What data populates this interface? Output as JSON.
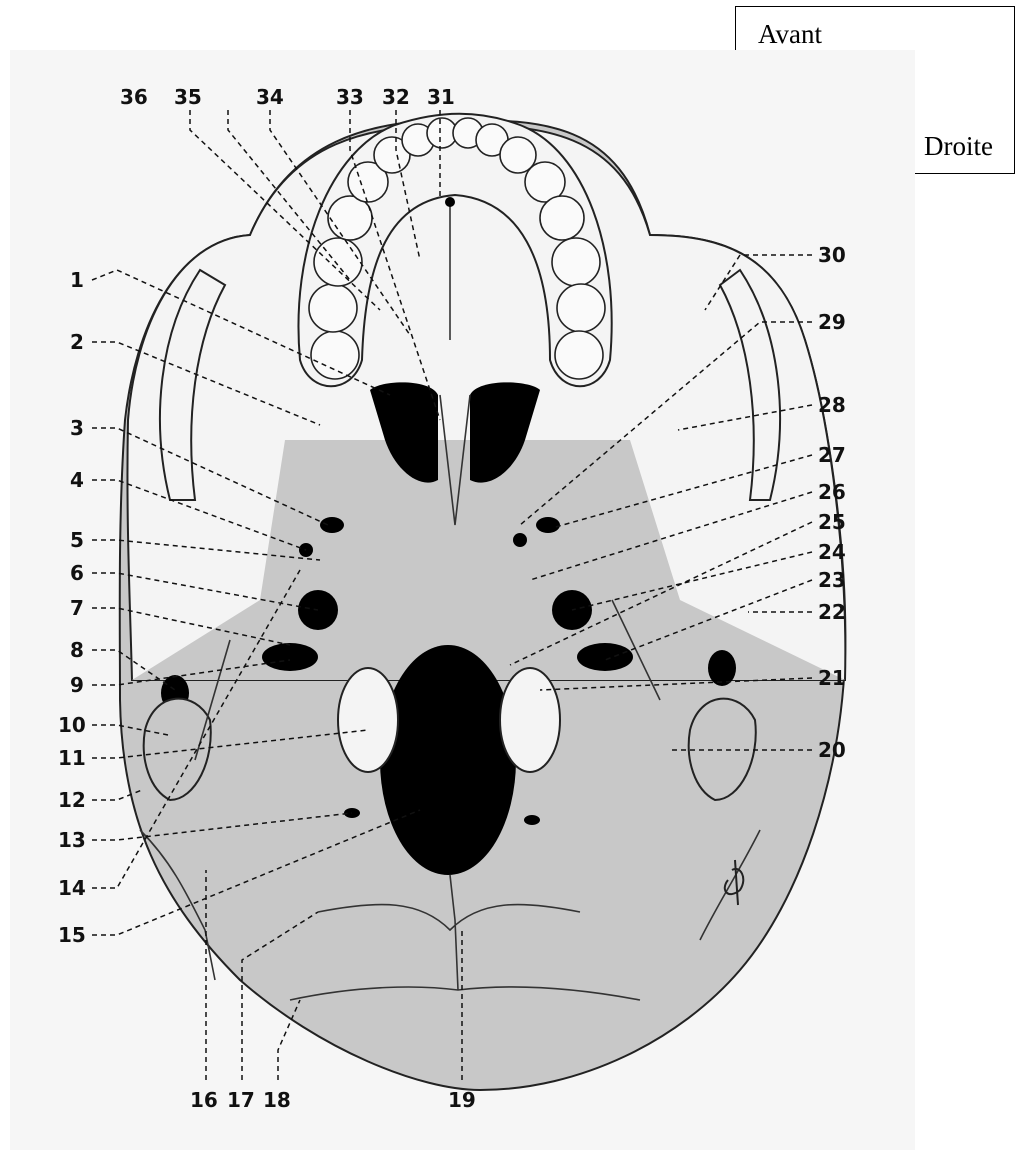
{
  "orientation": {
    "front_label": "Avant",
    "right_label": "Droite"
  },
  "labels": {
    "l1": "1",
    "l2": "2",
    "l3": "3",
    "l4": "4",
    "l5": "5",
    "l6": "6",
    "l7": "7",
    "l8": "8",
    "l9": "9",
    "l10": "10",
    "l11": "11",
    "l12": "12",
    "l13": "13",
    "l14": "14",
    "l15": "15",
    "l16": "16",
    "l17": "17",
    "l18": "18",
    "l19": "19",
    "l20": "20",
    "l21": "21",
    "l22": "22",
    "l23": "23",
    "l24": "24",
    "l25": "25",
    "l26": "26",
    "l27": "27",
    "l28": "28",
    "l29": "29",
    "l30": "30",
    "l31": "31",
    "l32": "32",
    "l33": "33",
    "l34": "34",
    "l35": "35",
    "l36": "36"
  }
}
